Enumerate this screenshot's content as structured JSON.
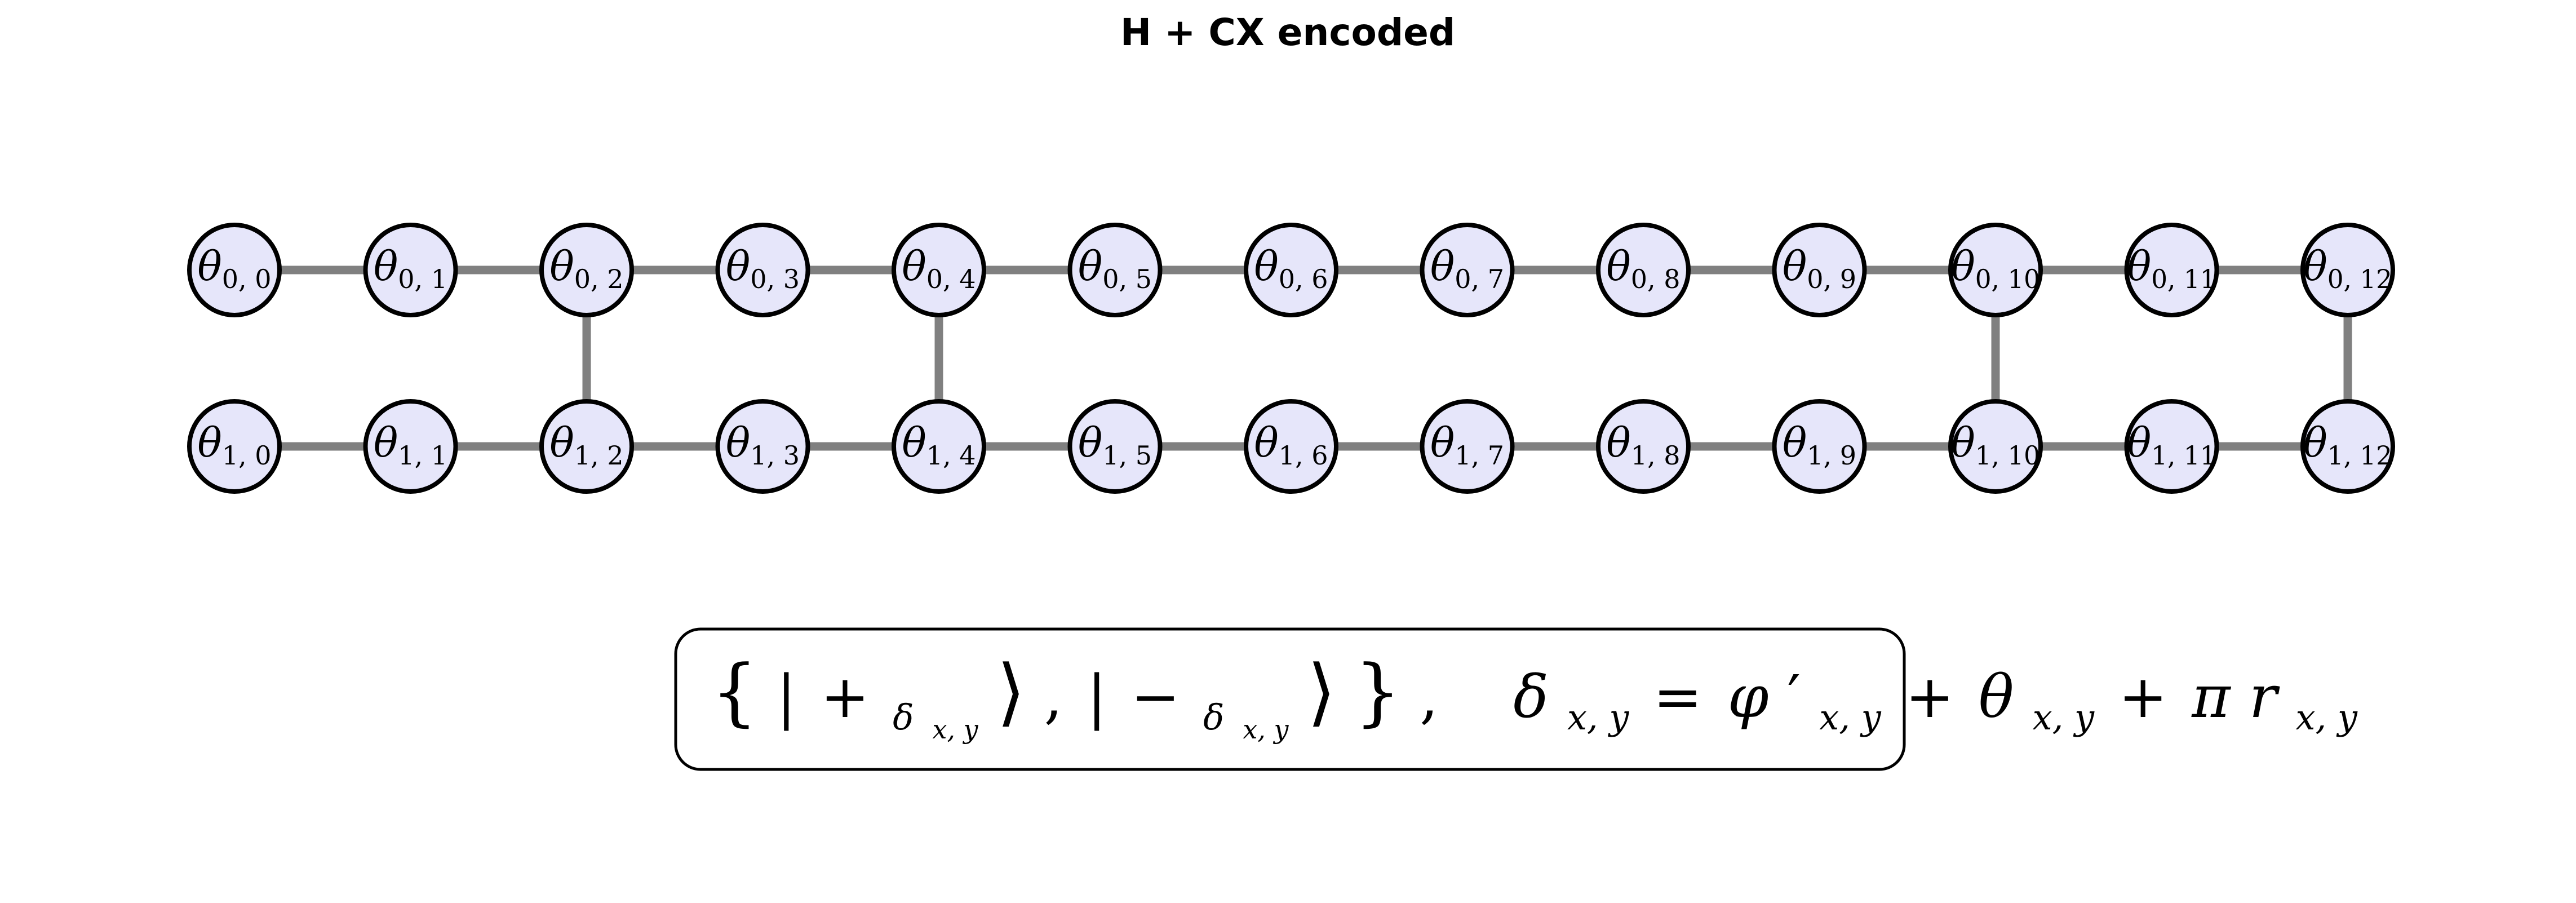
{
  "title": "H + CX encoded",
  "node_symbol": "θ",
  "colors": {
    "node_fill": "#e6e6fa",
    "node_stroke": "#000000",
    "edge": "#808080",
    "background": "#ffffff"
  },
  "grid": {
    "rows": 2,
    "cols": 13
  },
  "nodes": [
    {
      "row": 0,
      "col": 0,
      "sub": "0, 0"
    },
    {
      "row": 0,
      "col": 1,
      "sub": "0, 1"
    },
    {
      "row": 0,
      "col": 2,
      "sub": "0, 2"
    },
    {
      "row": 0,
      "col": 3,
      "sub": "0, 3"
    },
    {
      "row": 0,
      "col": 4,
      "sub": "0, 4"
    },
    {
      "row": 0,
      "col": 5,
      "sub": "0, 5"
    },
    {
      "row": 0,
      "col": 6,
      "sub": "0, 6"
    },
    {
      "row": 0,
      "col": 7,
      "sub": "0, 7"
    },
    {
      "row": 0,
      "col": 8,
      "sub": "0, 8"
    },
    {
      "row": 0,
      "col": 9,
      "sub": "0, 9"
    },
    {
      "row": 0,
      "col": 10,
      "sub": "0, 10"
    },
    {
      "row": 0,
      "col": 11,
      "sub": "0, 11"
    },
    {
      "row": 0,
      "col": 12,
      "sub": "0, 12"
    },
    {
      "row": 1,
      "col": 0,
      "sub": "1, 0"
    },
    {
      "row": 1,
      "col": 1,
      "sub": "1, 1"
    },
    {
      "row": 1,
      "col": 2,
      "sub": "1, 2"
    },
    {
      "row": 1,
      "col": 3,
      "sub": "1, 3"
    },
    {
      "row": 1,
      "col": 4,
      "sub": "1, 4"
    },
    {
      "row": 1,
      "col": 5,
      "sub": "1, 5"
    },
    {
      "row": 1,
      "col": 6,
      "sub": "1, 6"
    },
    {
      "row": 1,
      "col": 7,
      "sub": "1, 7"
    },
    {
      "row": 1,
      "col": 8,
      "sub": "1, 8"
    },
    {
      "row": 1,
      "col": 9,
      "sub": "1, 9"
    },
    {
      "row": 1,
      "col": 10,
      "sub": "1, 10"
    },
    {
      "row": 1,
      "col": 11,
      "sub": "1, 11"
    },
    {
      "row": 1,
      "col": 12,
      "sub": "1, 12"
    }
  ],
  "vertical_edges_at_cols": [
    2,
    4,
    10,
    12
  ],
  "formula": {
    "text": "{|+δx,y⟩, |−δx,y⟩},   δx,y = φ′x,y + θx,y + πrx,y",
    "lbrace": "{",
    "rbrace": "}",
    "bar": "|",
    "plus": "+",
    "minus": "−",
    "rangle": "⟩",
    "comma": ",",
    "delta": "δ",
    "phi": "φ",
    "prime": "′",
    "theta": "θ",
    "pi": "π",
    "r": "r",
    "equals": "=",
    "xy": "x, y"
  }
}
